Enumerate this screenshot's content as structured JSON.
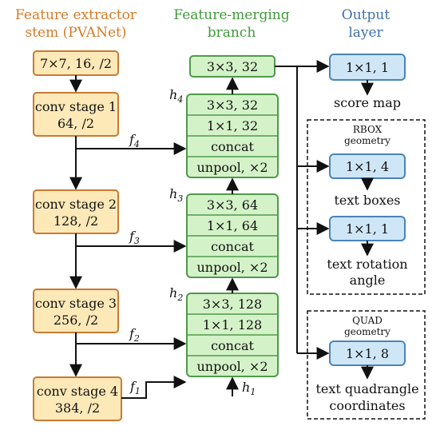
{
  "colors": {
    "stem_fill": "#fde9b8",
    "stem_stroke": "#c77b33",
    "stem_header": "#d37a28",
    "merge_fill": "#d4f2c8",
    "merge_stroke": "#4e9a4a",
    "merge_header": "#3f9a3a",
    "out_fill": "#cfe6f7",
    "out_stroke": "#4a84b8",
    "out_header": "#3e70a8",
    "line": "#111111"
  },
  "stem": {
    "header_line1": "Feature extractor",
    "header_line2": "stem (PVANet)",
    "top_box": "7×7, 16, /2",
    "stage1_line1": "conv stage 1",
    "stage1_line2": "64, /2",
    "stage2_line1": "conv stage 2",
    "stage2_line2": "128, /2",
    "stage3_line1": "conv stage 3",
    "stage3_line2": "256, /2",
    "stage4_line1": "conv stage 4",
    "stage4_line2": "384, /2"
  },
  "features": {
    "f_base": "f",
    "f1": "1",
    "f2": "2",
    "f3": "3",
    "f4": "4"
  },
  "merge": {
    "header_line1": "Feature-merging",
    "header_line2": "branch",
    "top_box": "3×3, 32",
    "h_base": "h",
    "h1": "1",
    "h2": "2",
    "h3": "3",
    "h4": "4",
    "block4": [
      "3×3, 32",
      "1×1, 32",
      "concat",
      "unpool, ×2"
    ],
    "block3": [
      "3×3, 64",
      "1×1, 64",
      "concat",
      "unpool, ×2"
    ],
    "block2": [
      "3×3, 128",
      "1×1, 128",
      "concat",
      "unpool, ×2"
    ]
  },
  "output": {
    "header_line1": "Output",
    "header_line2": "layer",
    "score_box": "1×1, 1",
    "score_label": "score map",
    "rbox_title_line1": "RBOX",
    "rbox_title_line2": "geometry",
    "rbox_box1": "1×1, 4",
    "rbox_label1": "text boxes",
    "rbox_box2": "1×1, 1",
    "rbox_label2_line1": "text rotation",
    "rbox_label2_line2": "angle",
    "quad_title_line1": "QUAD",
    "quad_title_line2": "geometry",
    "quad_box": "1×1, 8",
    "quad_label_line1": "text quadrangle",
    "quad_label_line2": "coordinates"
  }
}
